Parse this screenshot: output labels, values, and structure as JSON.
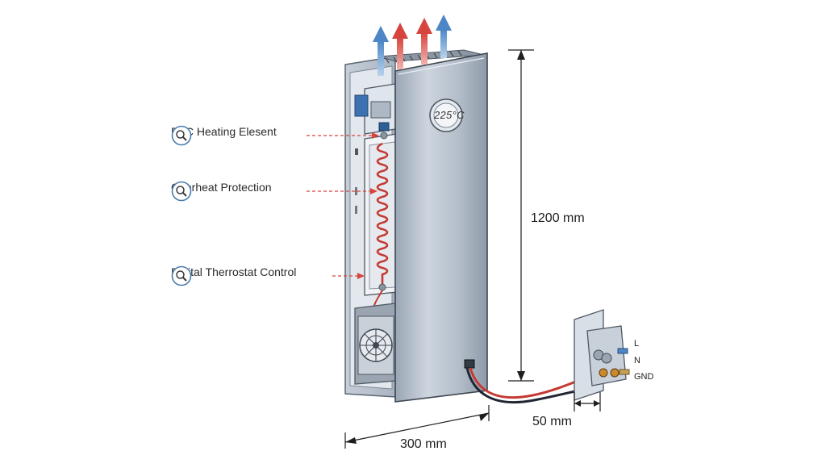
{
  "callouts": [
    {
      "label": "PTC Heating Elesent"
    },
    {
      "label": "Overheat Protection"
    },
    {
      "label": "Digital Therrostat Control"
    }
  ],
  "display_readout": "225°C",
  "dimensions": {
    "height": "1200 mm",
    "width": "300 mm",
    "terminal_gap": "50 mm"
  },
  "terminals": {
    "l": "L",
    "n": "N",
    "gnd": "GND"
  },
  "colors": {
    "callout_line": "#d6453d",
    "heat_arrow": "#d64541",
    "cool_arrow": "#5b8fc9",
    "panel": "#b9c3cf",
    "magnifier_ring": "#4a7db0"
  },
  "icons": [
    "magnifier-icon",
    "fan-icon",
    "up-arrow-icon"
  ]
}
